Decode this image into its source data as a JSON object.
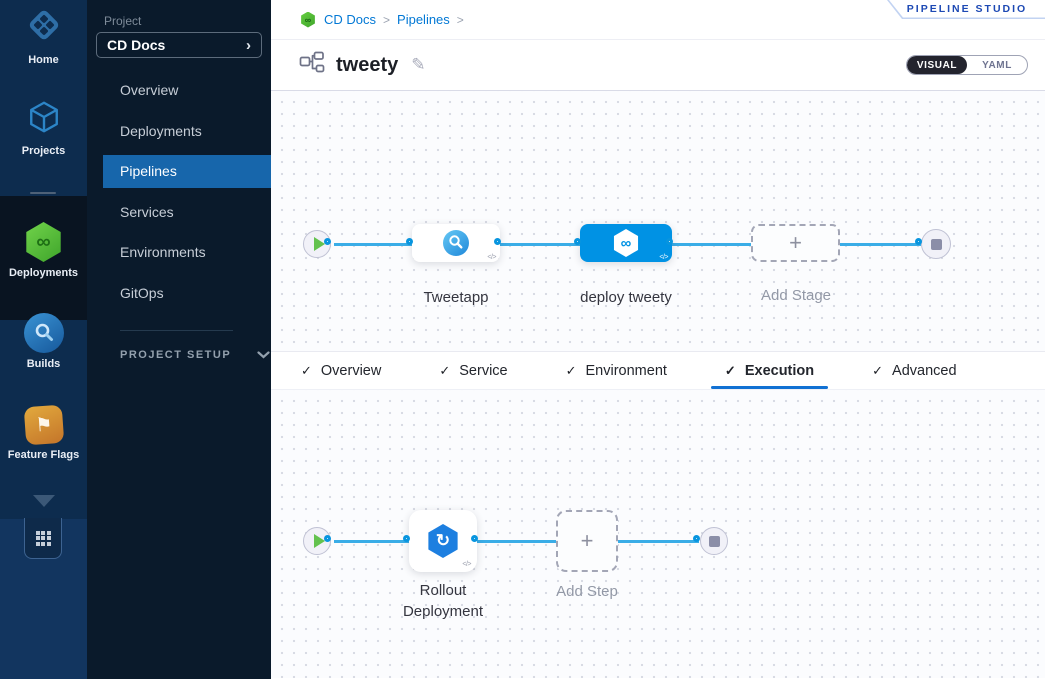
{
  "app": {
    "badge_label": "PIPELINE STUDIO"
  },
  "colors": {
    "accent_blue": "#0092e4",
    "link_blue": "#0278d5",
    "selected_nav_blue": "#1766ab",
    "tab_underline_blue": "#1171d3",
    "deployments_green": "#4caf2e",
    "builds_blue": "#2f86c9",
    "flags_orange": "#d9912f",
    "rail_navy": "#0d2c4e"
  },
  "icons": {
    "check": "✓",
    "plus": "+",
    "infinity": "∞",
    "rollout_arrow": "↻",
    "code": "</>",
    "chevron_right": "›",
    "flag": "⚑"
  },
  "rail": {
    "items": [
      {
        "label": "Home"
      },
      {
        "label": "Projects"
      },
      {
        "label": "Deployments"
      },
      {
        "label": "Builds"
      },
      {
        "label": "Feature Flags"
      }
    ],
    "active_item": "Deployments"
  },
  "project_nav": {
    "section_label": "Project",
    "selector_value": "CD Docs",
    "items": [
      {
        "label": "Overview"
      },
      {
        "label": "Deployments"
      },
      {
        "label": "Pipelines"
      },
      {
        "label": "Services"
      },
      {
        "label": "Environments"
      },
      {
        "label": "GitOps"
      }
    ],
    "selected_item": "Pipelines",
    "footer_label": "PROJECT SETUP"
  },
  "breadcrumb": {
    "crumbs": [
      {
        "label": "CD Docs"
      },
      {
        "label": "Pipelines"
      }
    ],
    "separator": ">"
  },
  "header": {
    "title": "tweety",
    "view_toggle": {
      "visual": "VISUAL",
      "yaml": "YAML",
      "selected": "VISUAL"
    }
  },
  "stage_canvas": {
    "nodes": [
      {
        "label": "Tweetapp",
        "type": "build-stage"
      },
      {
        "label": "deploy tweety",
        "type": "deploy-stage",
        "selected": true
      },
      {
        "label": "Add Stage",
        "type": "add-placeholder"
      }
    ]
  },
  "tabs": [
    {
      "label": "Overview",
      "checked": true
    },
    {
      "label": "Service",
      "checked": true
    },
    {
      "label": "Environment",
      "checked": true
    },
    {
      "label": "Execution",
      "checked": true,
      "active": true
    },
    {
      "label": "Advanced",
      "checked": true
    }
  ],
  "step_canvas": {
    "nodes": [
      {
        "label": "Rollout Deployment",
        "type": "k8s-rolling-step"
      },
      {
        "label": "Add Step",
        "type": "add-placeholder"
      }
    ]
  }
}
